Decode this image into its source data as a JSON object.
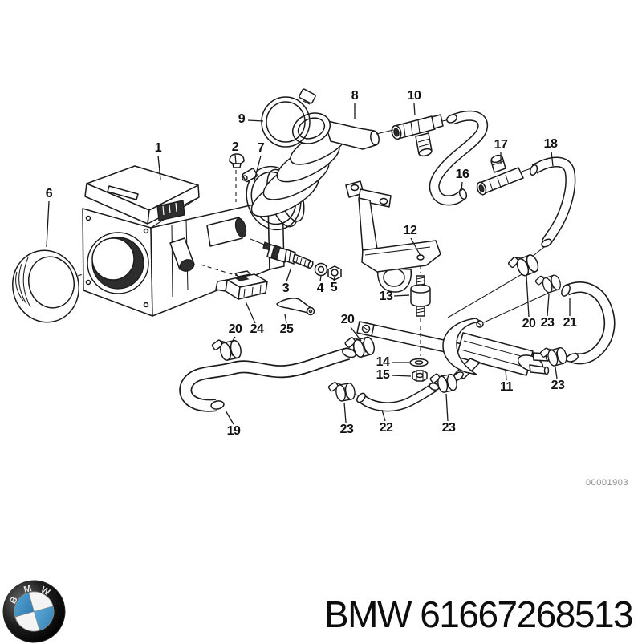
{
  "diagram": {
    "id_code": "00001903",
    "callouts": [
      "1",
      "2",
      "7",
      "9",
      "8",
      "10",
      "6",
      "17",
      "18",
      "16",
      "12",
      "3",
      "4",
      "5",
      "13",
      "20",
      "24",
      "25",
      "20",
      "20",
      "23",
      "21",
      "14",
      "15",
      "11",
      "23",
      "19",
      "23",
      "22",
      "23"
    ]
  },
  "footer": {
    "part_title": "BMW 61667268513"
  },
  "logo": {
    "letters": [
      "B",
      "M",
      "W"
    ]
  },
  "colors": {
    "line": "#1a1a1a",
    "diagram_id_gray": "#8c8c8c",
    "logo_blue": "#4091c6"
  }
}
